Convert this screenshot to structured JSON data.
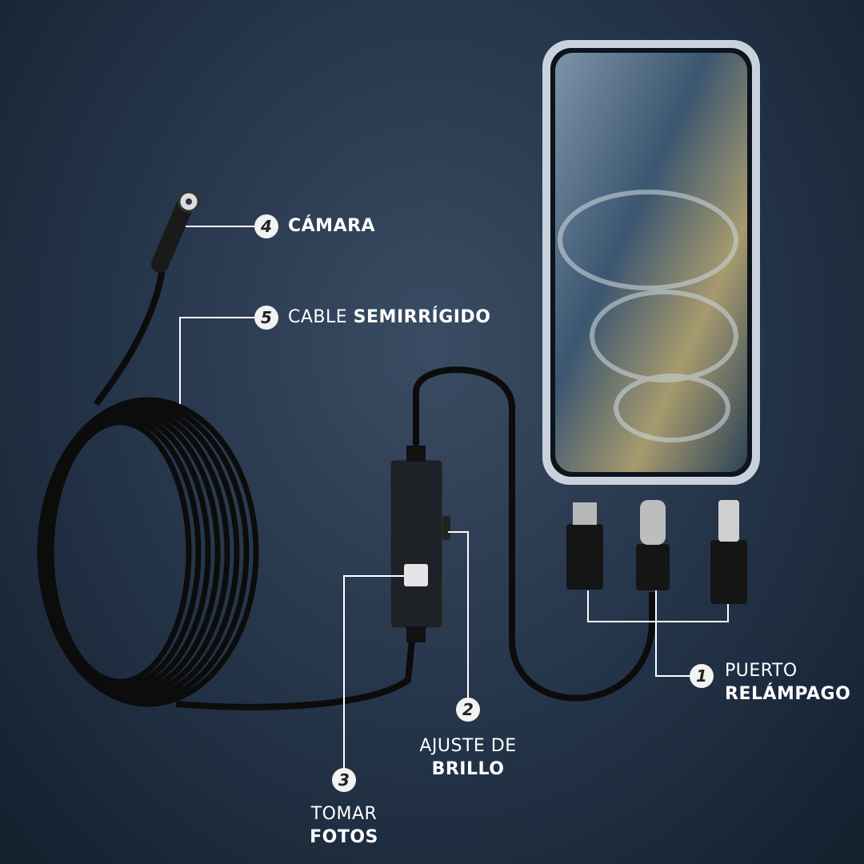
{
  "callouts": [
    {
      "number": "4",
      "text_regular": "",
      "text_bold": "CÁMARA"
    },
    {
      "number": "5",
      "text_regular": "CABLE",
      "text_bold": "SEMIRRÍGIDO"
    },
    {
      "number": "1",
      "text_regular": "PUERTO",
      "text_bold": "RELÁMPAGO"
    },
    {
      "number": "2",
      "text_regular": "AJUSTE DE",
      "text_bold": "BRILLO"
    },
    {
      "number": "3",
      "text_regular": "TOMAR",
      "text_bold": "FOTOS"
    }
  ],
  "colors": {
    "background": "#25354a",
    "cable": "#111111",
    "label_line": "#ffffff",
    "badge": "#f2f2f2"
  }
}
